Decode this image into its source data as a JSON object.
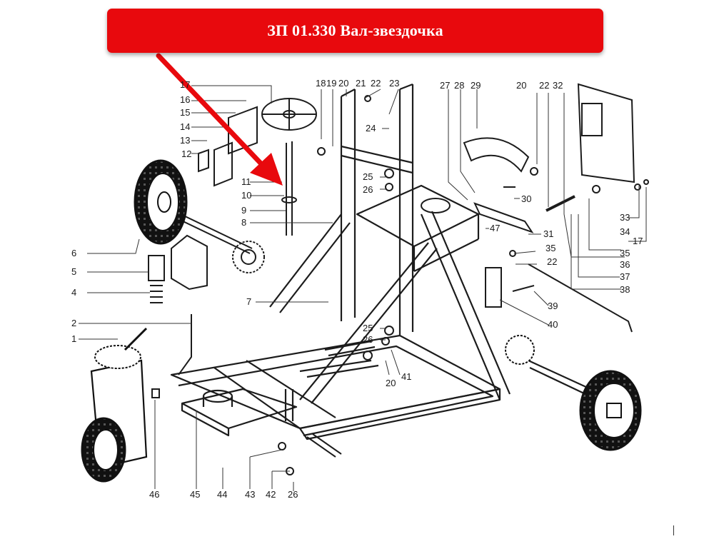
{
  "title": "ЗП 01.330 Вал-звездочка",
  "colors": {
    "banner": "#e8090d",
    "banner_text": "#ffffff",
    "arrow": "#e8090d",
    "line": "#1c1c1c"
  },
  "callouts": [
    {
      "id": "c17a",
      "label": "17"
    },
    {
      "id": "c16",
      "label": "16"
    },
    {
      "id": "c15",
      "label": "15"
    },
    {
      "id": "c14",
      "label": "14"
    },
    {
      "id": "c13",
      "label": "13"
    },
    {
      "id": "c12",
      "label": "12"
    },
    {
      "id": "c11",
      "label": "11"
    },
    {
      "id": "c10",
      "label": "10"
    },
    {
      "id": "c9",
      "label": "9"
    },
    {
      "id": "c8",
      "label": "8"
    },
    {
      "id": "c7",
      "label": "7"
    },
    {
      "id": "c6",
      "label": "6"
    },
    {
      "id": "c5",
      "label": "5"
    },
    {
      "id": "c4",
      "label": "4"
    },
    {
      "id": "c2",
      "label": "2"
    },
    {
      "id": "c1",
      "label": "1"
    },
    {
      "id": "c18",
      "label": "18"
    },
    {
      "id": "c19",
      "label": "19"
    },
    {
      "id": "c20a",
      "label": "20"
    },
    {
      "id": "c21",
      "label": "21"
    },
    {
      "id": "c22a",
      "label": "22"
    },
    {
      "id": "c23",
      "label": "23"
    },
    {
      "id": "c24",
      "label": "24"
    },
    {
      "id": "c25a",
      "label": "25"
    },
    {
      "id": "c26a",
      "label": "26"
    },
    {
      "id": "c27",
      "label": "27"
    },
    {
      "id": "c28",
      "label": "28"
    },
    {
      "id": "c29",
      "label": "29"
    },
    {
      "id": "c20b",
      "label": "20"
    },
    {
      "id": "c22b",
      "label": "22"
    },
    {
      "id": "c32",
      "label": "32"
    },
    {
      "id": "c30",
      "label": "30"
    },
    {
      "id": "c47",
      "label": "47"
    },
    {
      "id": "c31",
      "label": "31"
    },
    {
      "id": "c35a",
      "label": "35"
    },
    {
      "id": "c22c",
      "label": "22"
    },
    {
      "id": "c33",
      "label": "33"
    },
    {
      "id": "c34",
      "label": "34"
    },
    {
      "id": "c17b",
      "label": "17"
    },
    {
      "id": "c35b",
      "label": "35"
    },
    {
      "id": "c36",
      "label": "36"
    },
    {
      "id": "c37",
      "label": "37"
    },
    {
      "id": "c38",
      "label": "38"
    },
    {
      "id": "c39",
      "label": "39"
    },
    {
      "id": "c40",
      "label": "40"
    },
    {
      "id": "c25b",
      "label": "25"
    },
    {
      "id": "c26b",
      "label": "26"
    },
    {
      "id": "c41",
      "label": "41"
    },
    {
      "id": "c20c",
      "label": "20"
    },
    {
      "id": "c46",
      "label": "46"
    },
    {
      "id": "c45",
      "label": "45"
    },
    {
      "id": "c44",
      "label": "44"
    },
    {
      "id": "c43",
      "label": "43"
    },
    {
      "id": "c42",
      "label": "42"
    },
    {
      "id": "c26c",
      "label": "26"
    }
  ]
}
